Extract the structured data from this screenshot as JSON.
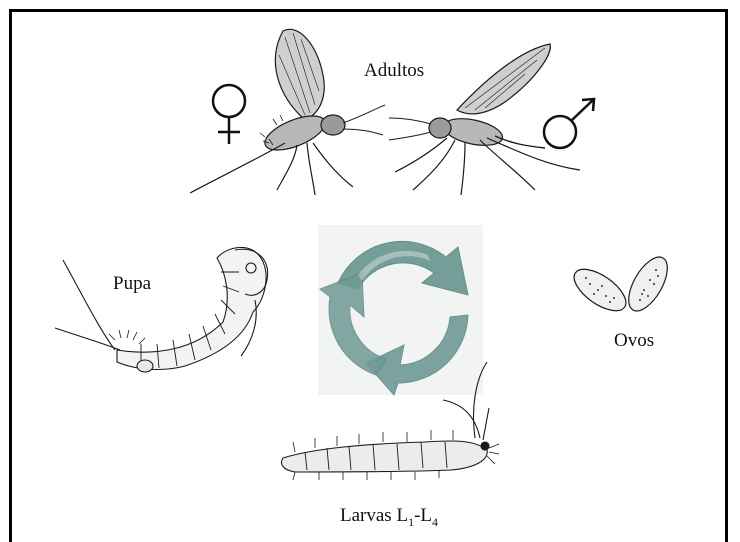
{
  "diagram": {
    "stages": {
      "adults": "Adultos",
      "eggs": "Ovos",
      "larvae_prefix": "Larvas L",
      "larvae_sub1": "1",
      "larvae_sep": "-L",
      "larvae_sub2": "4",
      "pupa": "Pupa"
    },
    "symbols": {
      "female": "female-symbol-icon",
      "male": "male-symbol-icon"
    },
    "colors": {
      "cycle_arrows": "#6f9a95",
      "cycle_background": "#f1f4f3",
      "ink": "#1a1a1a"
    }
  }
}
